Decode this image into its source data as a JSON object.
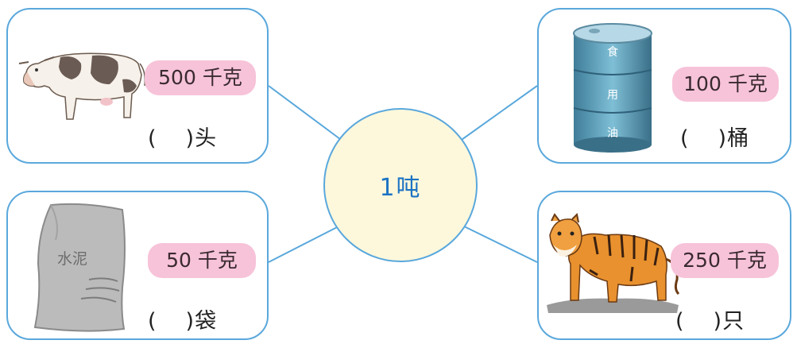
{
  "center": {
    "label": "1吨"
  },
  "cards": {
    "cow": {
      "weight": "500 千克",
      "paren_open": "(",
      "paren_close": ")",
      "unit": "头"
    },
    "oil": {
      "weight": "100 千克",
      "paren_open": "(",
      "paren_close": ")",
      "unit": "桶",
      "barrel_text": [
        "食",
        "用",
        "油"
      ]
    },
    "cement": {
      "weight": "50 千克",
      "paren_open": "(",
      "paren_close": ")",
      "unit": "袋",
      "bag_text": "水泥"
    },
    "tiger": {
      "weight": "250 千克",
      "paren_open": "(",
      "paren_close": ")",
      "unit": "只"
    }
  },
  "colors": {
    "border": "#5aa8dc",
    "pill": "#f7c3d9",
    "center_fill": "#fdf8dc",
    "center_text": "#1c73c4"
  },
  "icons": {
    "cow": "cow-illustration",
    "oil": "oil-barrel-illustration",
    "cement": "cement-bag-illustration",
    "tiger": "tiger-illustration"
  }
}
